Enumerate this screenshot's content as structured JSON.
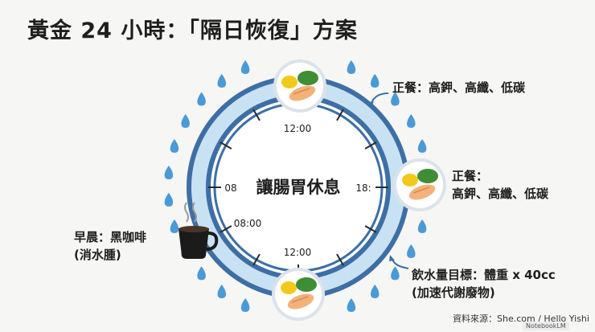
{
  "title": "黃金 24 小時：「隔日恢復」方案",
  "center_label": "讓腸胃休息",
  "clock": {
    "top": "12:00",
    "bottom": "12:00",
    "left": "08",
    "right": "18:",
    "inner_lower_left": "08:00"
  },
  "labels": {
    "lunch": "正餐：高鉀、高纖、低碳",
    "dinner_line1": "正餐：",
    "dinner_line2": "高鉀、高纖、低碳",
    "morning_line1": "早晨：黑咖啡",
    "morning_line2": "(消水腫)",
    "water_line1": "飲水量目標：體重 x 40cc",
    "water_line2": "(加速代謝廢物)"
  },
  "source": "資料來源：She.com / Hello Yishi",
  "badge": "NotebookLM",
  "colors": {
    "ring_outer": "#3d6fa5",
    "ring_inner": "#c9e2f3",
    "droplet": "#4a9ad6",
    "salmon": "#f2b27a",
    "greens": "#3f8d35",
    "corn": "#f2c91a"
  }
}
